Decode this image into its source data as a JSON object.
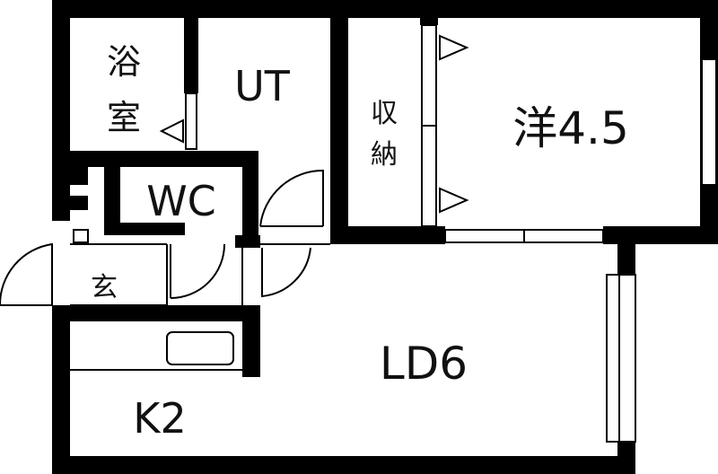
{
  "floor_plan": {
    "rooms": {
      "bath": {
        "label_line1": "浴",
        "label_line2": "室"
      },
      "utility": {
        "label": "UT"
      },
      "storage": {
        "label_line1": "収",
        "label_line2": "納"
      },
      "western_room": {
        "label": "洋4.5"
      },
      "toilet": {
        "label": "WC"
      },
      "entrance": {
        "label": "玄"
      },
      "living_dining": {
        "label": "LD6"
      },
      "kitchen": {
        "label": "K2"
      }
    }
  }
}
